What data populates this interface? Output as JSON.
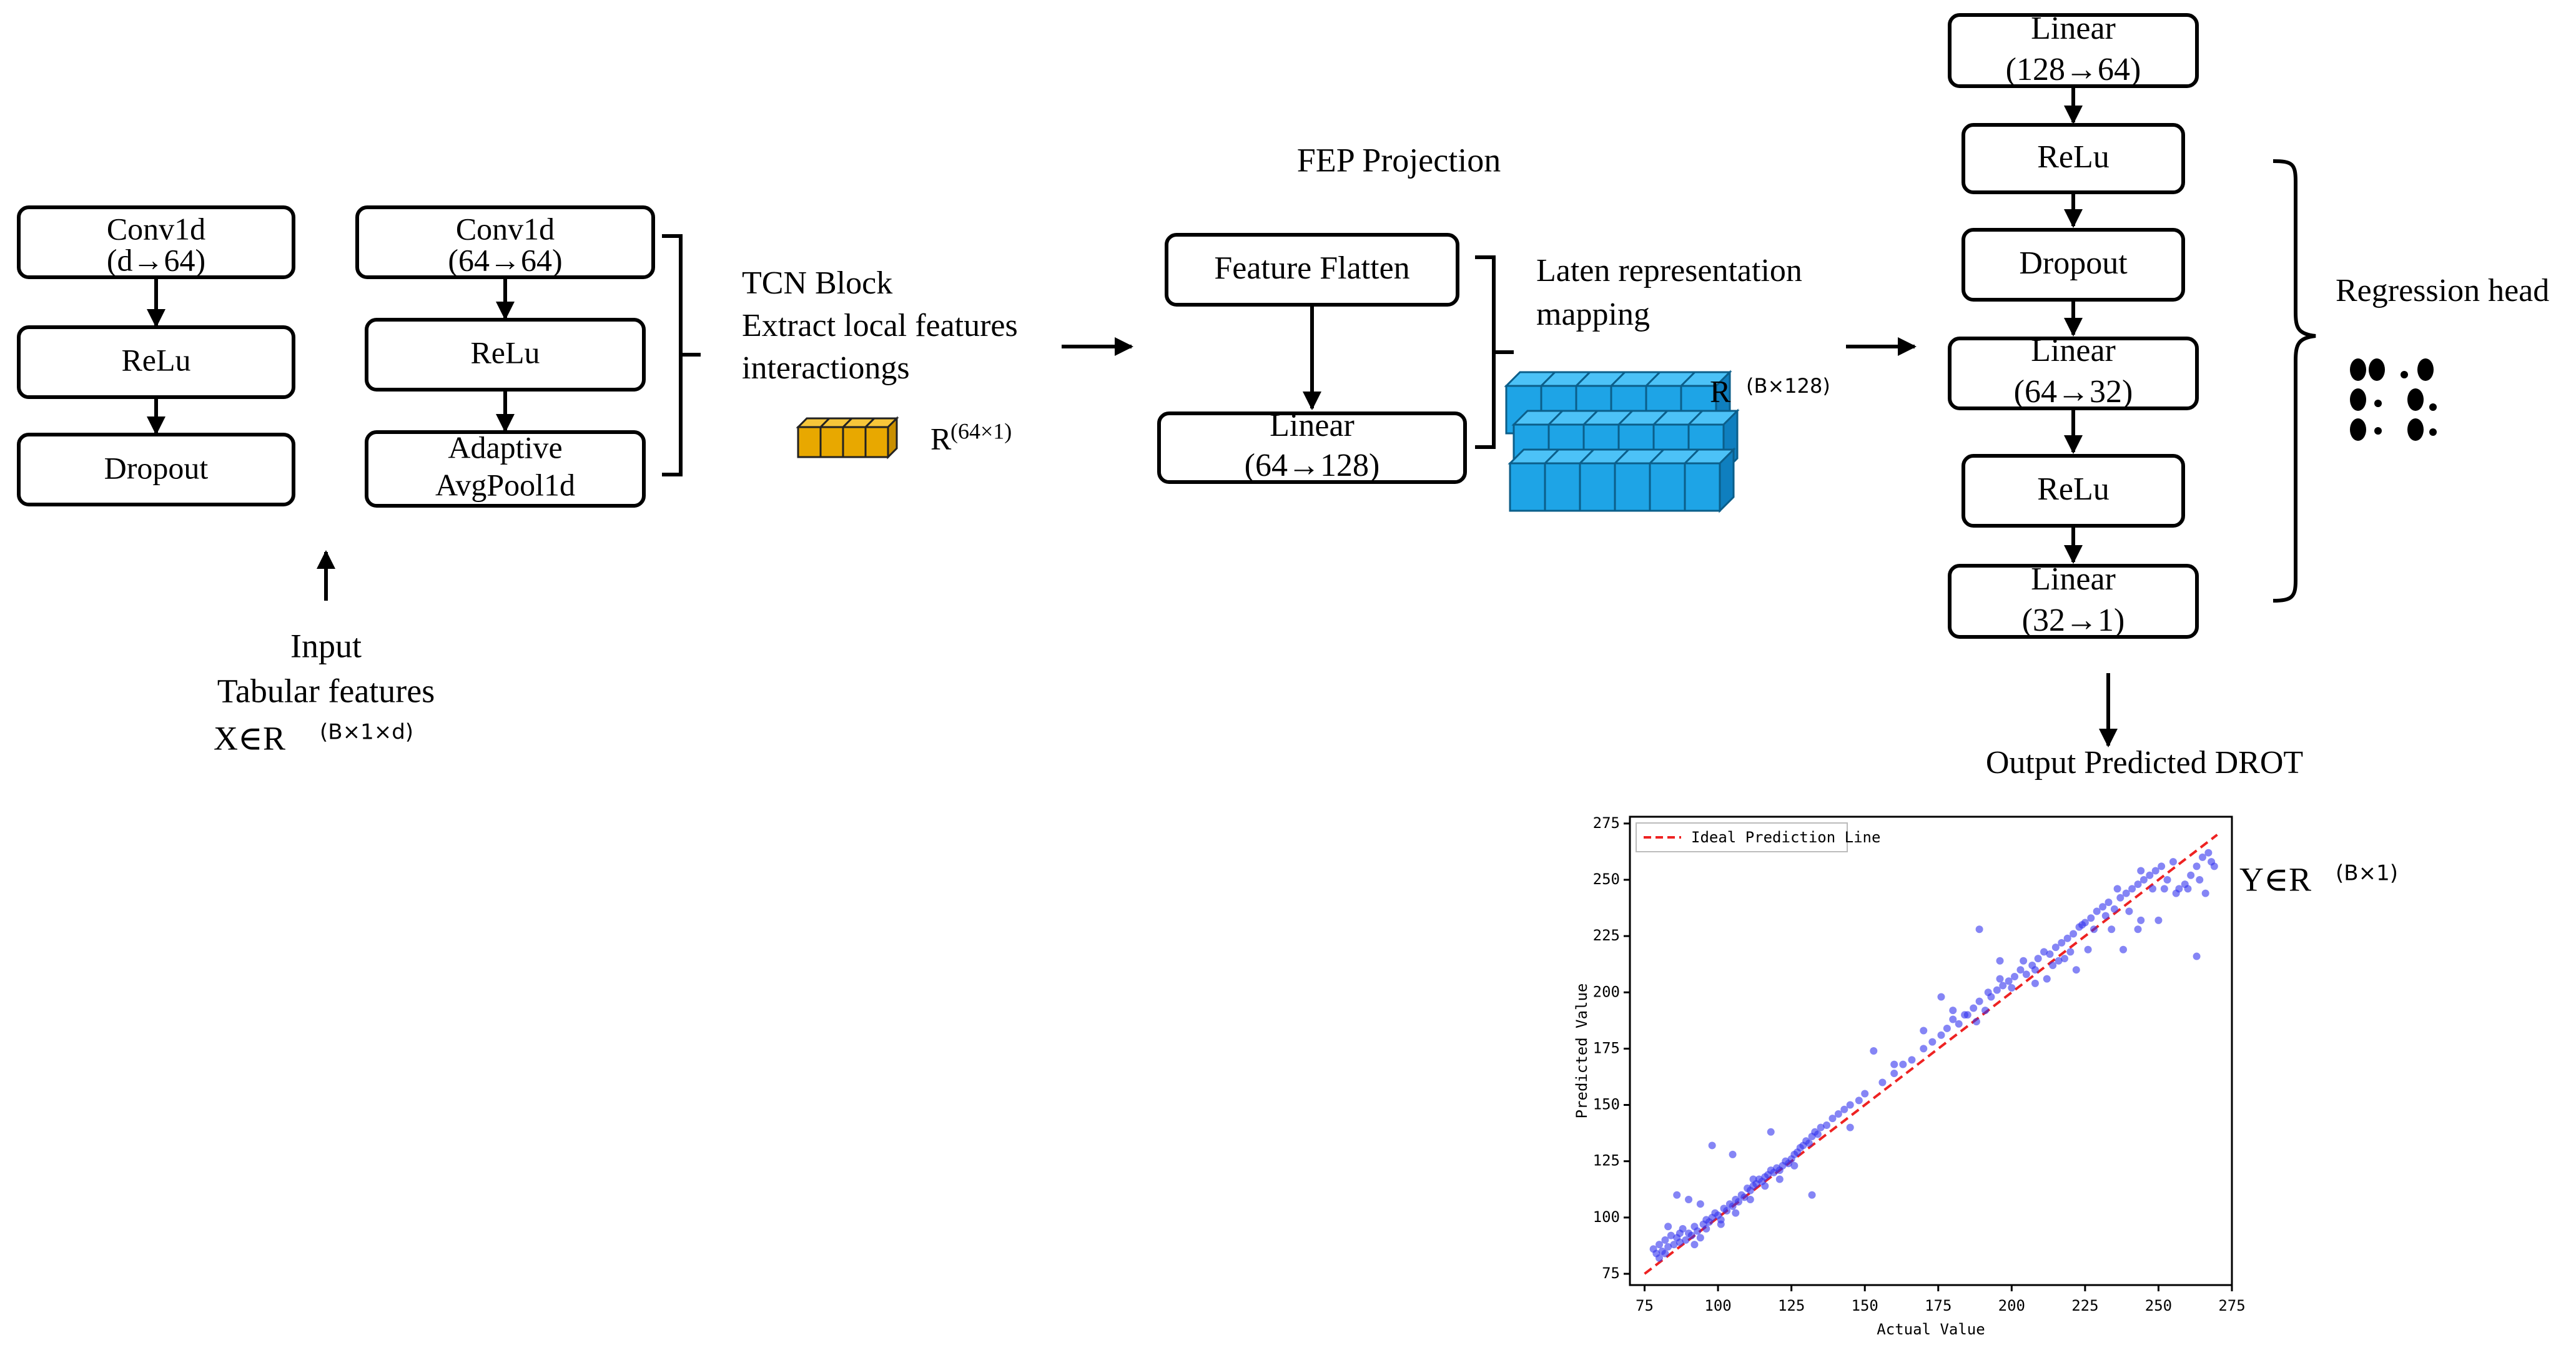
{
  "tcn_input": {
    "box1": {
      "line1": "Conv1d",
      "line2": "(d→64)"
    },
    "box2": "ReLu",
    "box3": "Dropout"
  },
  "tcn_second": {
    "box1": {
      "line1": "Conv1d",
      "line2": "(64→64)"
    },
    "box2": "ReLu",
    "box3": {
      "line1": "Adaptive",
      "line2": "AvgPool1d"
    }
  },
  "input_label": {
    "line1": "Input",
    "line2": "Tabular features",
    "line3_main": "X∈R",
    "line3_sup": "(B×1×d)"
  },
  "tcn_label": {
    "line1": "TCN Block",
    "line2": "Extract local features",
    "line3": "interactiongs",
    "tensor_main": "R",
    "tensor_sup": "(64×1)"
  },
  "fep": {
    "title": "FEP Projection",
    "box1": "Feature Flatten",
    "box2": {
      "line1": "Linear",
      "line2": "(64→128)"
    },
    "note_line1": "Laten representation",
    "note_line2": "mapping",
    "tensor_main": "R",
    "tensor_sup": "(B×128)"
  },
  "head": {
    "box1": {
      "line1": "Linear",
      "line2": "(128→64)"
    },
    "box2": "ReLu",
    "box3": "Dropout",
    "box4": {
      "line1": "Linear",
      "line2": "(64→32)"
    },
    "box5": "ReLu",
    "box6": {
      "line1": "Linear",
      "line2": "(32→1)"
    },
    "label": "Regression head"
  },
  "output": {
    "label": "Output Predicted DROT",
    "y_main": "Y∈R",
    "y_sup": "(B×1)"
  },
  "colors": {
    "tcn_tensor": "#e8a800",
    "latent_tensor": "#1ea4e6",
    "scatter_points": "#3333ee",
    "ideal_line": "#ee2222",
    "box_border": "#000000"
  },
  "chart_data": {
    "type": "scatter",
    "title": "",
    "xlabel": "Actual Value",
    "ylabel": "Predicted Value",
    "xlim": [
      70,
      275
    ],
    "ylim": [
      70,
      278
    ],
    "xticks": [
      75,
      100,
      125,
      150,
      175,
      200,
      225,
      250,
      275
    ],
    "yticks": [
      75,
      100,
      125,
      150,
      175,
      200,
      225,
      250,
      275
    ],
    "legend": {
      "label": "Ideal Prediction Line",
      "placement": "top-left"
    },
    "ideal_line": {
      "x": [
        75,
        270
      ],
      "y": [
        75,
        270
      ]
    },
    "series": [
      {
        "points": [
          [
            78,
            86
          ],
          [
            79,
            84
          ],
          [
            80,
            88
          ],
          [
            81,
            85
          ],
          [
            82,
            90
          ],
          [
            83,
            87
          ],
          [
            84,
            92
          ],
          [
            85,
            88
          ],
          [
            86,
            91
          ],
          [
            87,
            89
          ],
          [
            88,
            95
          ],
          [
            89,
            90
          ],
          [
            90,
            93
          ],
          [
            91,
            92
          ],
          [
            92,
            96
          ],
          [
            93,
            94
          ],
          [
            94,
            91
          ],
          [
            95,
            97
          ],
          [
            96,
            99
          ],
          [
            97,
            98
          ],
          [
            98,
            100
          ],
          [
            99,
            102
          ],
          [
            100,
            101
          ],
          [
            101,
            99
          ],
          [
            102,
            104
          ],
          [
            103,
            103
          ],
          [
            104,
            106
          ],
          [
            105,
            105
          ],
          [
            106,
            108
          ],
          [
            107,
            107
          ],
          [
            108,
            110
          ],
          [
            109,
            109
          ],
          [
            110,
            113
          ],
          [
            111,
            112
          ],
          [
            112,
            114
          ],
          [
            113,
            115
          ],
          [
            114,
            117
          ],
          [
            115,
            116
          ],
          [
            116,
            118
          ],
          [
            117,
            119
          ],
          [
            118,
            121
          ],
          [
            119,
            120
          ],
          [
            120,
            122
          ],
          [
            121,
            121
          ],
          [
            122,
            123
          ],
          [
            123,
            125
          ],
          [
            124,
            124
          ],
          [
            125,
            126
          ],
          [
            126,
            128
          ],
          [
            127,
            129
          ],
          [
            128,
            131
          ],
          [
            129,
            132
          ],
          [
            130,
            134
          ],
          [
            131,
            133
          ],
          [
            132,
            136
          ],
          [
            133,
            138
          ],
          [
            134,
            137
          ],
          [
            135,
            140
          ],
          [
            137,
            141
          ],
          [
            139,
            144
          ],
          [
            141,
            146
          ],
          [
            143,
            148
          ],
          [
            145,
            150
          ],
          [
            148,
            152
          ],
          [
            150,
            155
          ],
          [
            153,
            174
          ],
          [
            156,
            160
          ],
          [
            160,
            164
          ],
          [
            163,
            168
          ],
          [
            166,
            170
          ],
          [
            170,
            175
          ],
          [
            173,
            178
          ],
          [
            176,
            181
          ],
          [
            178,
            184
          ],
          [
            180,
            192
          ],
          [
            182,
            186
          ],
          [
            185,
            190
          ],
          [
            187,
            193
          ],
          [
            189,
            196
          ],
          [
            191,
            192
          ],
          [
            193,
            198
          ],
          [
            195,
            201
          ],
          [
            197,
            203
          ],
          [
            199,
            205
          ],
          [
            201,
            207
          ],
          [
            203,
            210
          ],
          [
            205,
            208
          ],
          [
            207,
            212
          ],
          [
            209,
            215
          ],
          [
            211,
            218
          ],
          [
            213,
            217
          ],
          [
            215,
            220
          ],
          [
            217,
            222
          ],
          [
            219,
            224
          ],
          [
            221,
            226
          ],
          [
            223,
            229
          ],
          [
            225,
            231
          ],
          [
            227,
            233
          ],
          [
            229,
            236
          ],
          [
            231,
            238
          ],
          [
            233,
            240
          ],
          [
            235,
            237
          ],
          [
            237,
            242
          ],
          [
            239,
            244
          ],
          [
            241,
            246
          ],
          [
            243,
            248
          ],
          [
            245,
            250
          ],
          [
            247,
            252
          ],
          [
            249,
            254
          ],
          [
            251,
            256
          ],
          [
            253,
            250
          ],
          [
            255,
            258
          ],
          [
            257,
            246
          ],
          [
            259,
            248
          ],
          [
            261,
            252
          ],
          [
            263,
            256
          ],
          [
            265,
            260
          ],
          [
            267,
            262
          ],
          [
            268,
            258
          ],
          [
            263,
            216
          ],
          [
            243,
            228
          ],
          [
            238,
            219
          ],
          [
            226,
            219
          ],
          [
            218,
            215
          ],
          [
            208,
            204
          ],
          [
            196,
            214
          ],
          [
            189,
            228
          ],
          [
            176,
            198
          ],
          [
            170,
            183
          ],
          [
            160,
            168
          ],
          [
            145,
            140
          ],
          [
            132,
            110
          ],
          [
            118,
            138
          ],
          [
            112,
            117
          ],
          [
            105,
            128
          ],
          [
            98,
            132
          ],
          [
            94,
            106
          ],
          [
            90,
            108
          ],
          [
            86,
            110
          ],
          [
            83,
            96
          ],
          [
            80,
            82
          ],
          [
            82,
            84
          ],
          [
            87,
            93
          ],
          [
            92,
            88
          ],
          [
            96,
            95
          ],
          [
            101,
            97
          ],
          [
            106,
            102
          ],
          [
            111,
            108
          ],
          [
            116,
            114
          ],
          [
            121,
            117
          ],
          [
            126,
            123
          ],
          [
            180,
            188
          ],
          [
            184,
            190
          ],
          [
            188,
            187
          ],
          [
            192,
            200
          ],
          [
            196,
            206
          ],
          [
            200,
            202
          ],
          [
            204,
            214
          ],
          [
            208,
            210
          ],
          [
            212,
            206
          ],
          [
            216,
            214
          ],
          [
            220,
            218
          ],
          [
            224,
            230
          ],
          [
            228,
            228
          ],
          [
            232,
            234
          ],
          [
            236,
            246
          ],
          [
            240,
            236
          ],
          [
            244,
            254
          ],
          [
            248,
            246
          ],
          [
            252,
            246
          ],
          [
            256,
            244
          ],
          [
            260,
            246
          ],
          [
            264,
            250
          ],
          [
            266,
            244
          ],
          [
            269,
            256
          ],
          [
            250,
            232
          ],
          [
            244,
            232
          ],
          [
            234,
            228
          ],
          [
            222,
            210
          ],
          [
            214,
            212
          ]
        ]
      }
    ]
  }
}
